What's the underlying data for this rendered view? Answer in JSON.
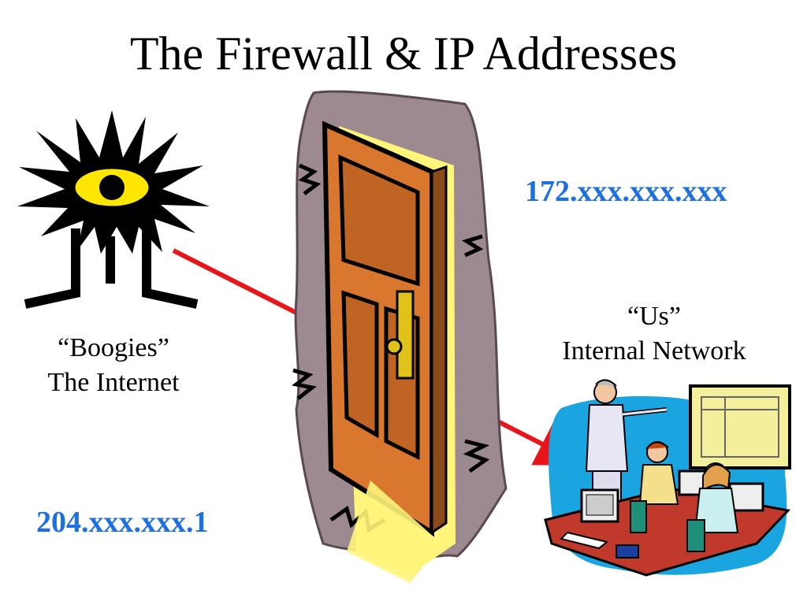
{
  "title": "The Firewall & IP Addresses",
  "internet": {
    "line1": "“Boogies”",
    "line2": "The Internet",
    "ip": "204.xxx.xxx.1"
  },
  "internal": {
    "line1": "“Us”",
    "line2": "Internal Network",
    "ip": "172.xxx.xxx.xxx"
  },
  "colors": {
    "ip_text": "#1E6FE0",
    "arrow": "#E8161B",
    "door": "#D9772E",
    "light": "#FFF57A",
    "eye": "#FFE600"
  },
  "icons": [
    "boogie-monster-icon",
    "open-door-icon",
    "office-workers-icon"
  ]
}
